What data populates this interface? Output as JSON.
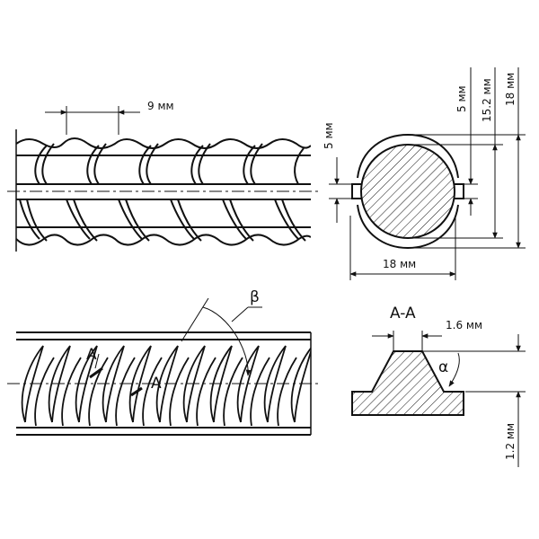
{
  "labels": {
    "rib_spacing": "9 мм",
    "rib_height": "5 мм",
    "right_rib": "5 мм",
    "core_diameter": "15.2 мм",
    "outer_diameter": "18 мм",
    "width": "18 мм",
    "beta": "β",
    "section_a_left": "A",
    "section_a_right": "A",
    "section_title": "A-A",
    "rib_top_width": "1.6 мм",
    "alpha": "α",
    "rib_profile_height": "1.2 мм"
  },
  "colors": {
    "line": "#111111",
    "background": "#ffffff"
  }
}
